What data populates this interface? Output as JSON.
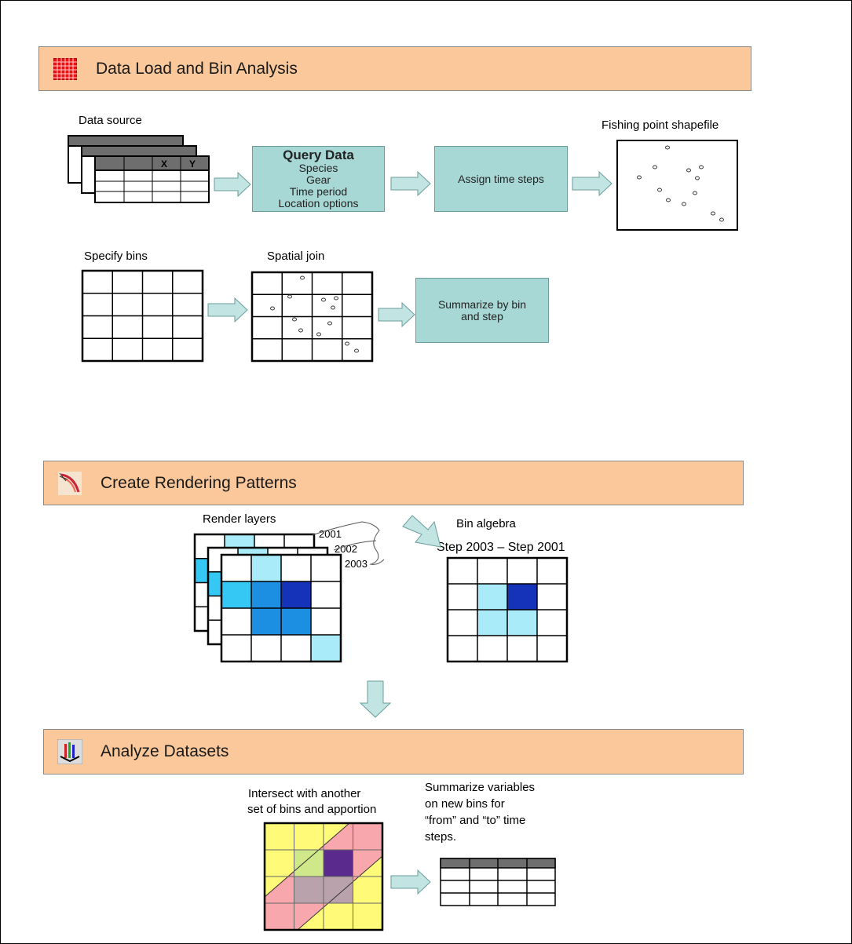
{
  "sections": {
    "data_load": {
      "title": "Data Load and Bin Analysis",
      "icon": "grid-icon",
      "color": "#fac89b"
    },
    "render": {
      "title": "Create Rendering Patterns",
      "icon": "shrimp-icon"
    },
    "analyze": {
      "title": "Analyze Datasets",
      "icon": "bars-icon"
    }
  },
  "labels": {
    "data_source": "Data source",
    "fishing_point": "Fishing point shapefile",
    "specify_bins": "Specify bins",
    "spatial_join": "Spatial join",
    "render_layers": "Render layers",
    "bin_algebra": "Bin algebra",
    "step_expression": "Step 2003 – Step 2001",
    "year_2001": "2001",
    "year_2002": "2002",
    "year_2003": "2003",
    "intersect_1": "Intersect with another",
    "intersect_2": "set of bins and apportion",
    "summarize_1": "Summarize variables",
    "summarize_2": "on new bins for",
    "summarize_3": "“from” and “to” time",
    "summarize_4": "steps.",
    "table_x": "X",
    "table_y": "Y"
  },
  "boxes": {
    "query_title": "Query Data",
    "query_items": [
      "Species",
      "Gear",
      "Time period",
      "Location options"
    ],
    "assign_time": "Assign time steps",
    "summarize_line1": "Summarize by bin",
    "summarize_line2": "and step"
  },
  "colors": {
    "banner": "#fac89b",
    "process_box": "#a7d8d6",
    "arrow": "#c2e4e2",
    "light_blue": "#a9ebf8",
    "cyan": "#35c8f5",
    "blue": "#1d8fe3",
    "dark_blue": "#1433b8",
    "yellow": "#fffa78",
    "pink": "#f8a8ad",
    "mauve": "#b9a2ab",
    "purple": "#5a2a8c"
  }
}
